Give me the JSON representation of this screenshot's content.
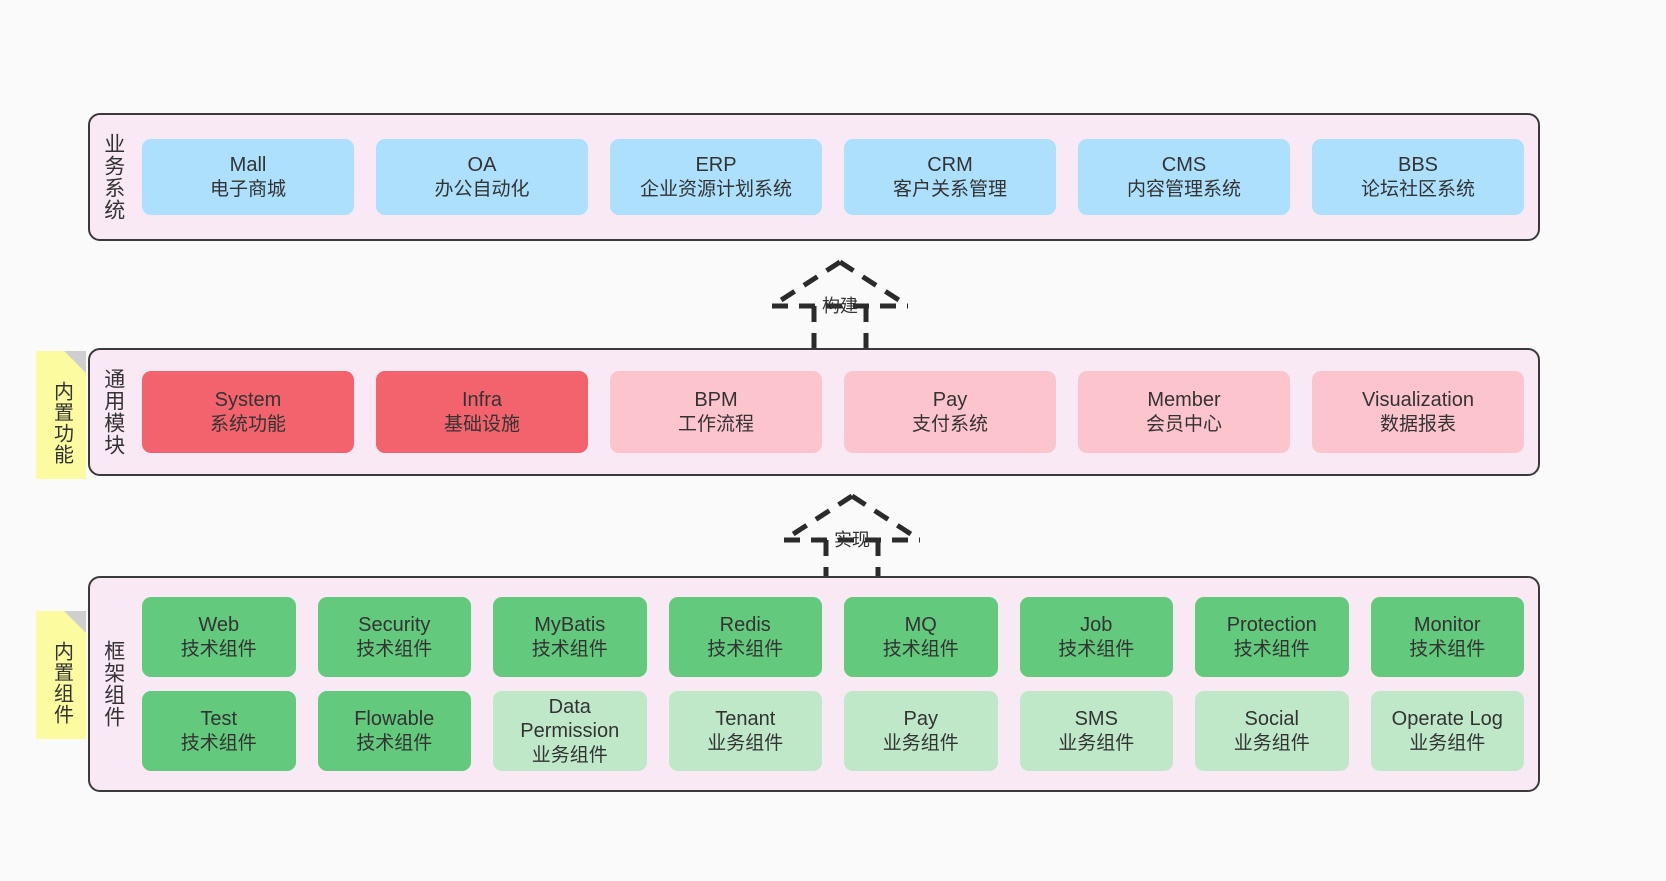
{
  "diagram": {
    "background_color": "#fafafa",
    "panel_color": "#f8e9f4",
    "panel_border_color": "#3a3a3a",
    "note_color": "#fcfba0",
    "colors": {
      "blue": "#ace0fd",
      "red": "#f2636e",
      "pink": "#fcc4cd",
      "green": "#63c97c",
      "light_green": "#bfe8c8"
    }
  },
  "layers": {
    "business": {
      "title": "业务系统",
      "cards": [
        {
          "en": "Mall",
          "cn": "电子商城",
          "color": "blue"
        },
        {
          "en": "OA",
          "cn": "办公自动化",
          "color": "blue"
        },
        {
          "en": "ERP",
          "cn": "企业资源计划系统",
          "color": "blue"
        },
        {
          "en": "CRM",
          "cn": "客户关系管理",
          "color": "blue"
        },
        {
          "en": "CMS",
          "cn": "内容管理系统",
          "color": "blue"
        },
        {
          "en": "BBS",
          "cn": "论坛社区系统",
          "color": "blue"
        }
      ]
    },
    "modules": {
      "title": "通用模块",
      "note": "内置功能",
      "cards": [
        {
          "en": "System",
          "cn": "系统功能",
          "color": "red"
        },
        {
          "en": "Infra",
          "cn": "基础设施",
          "color": "red"
        },
        {
          "en": "BPM",
          "cn": "工作流程",
          "color": "pink"
        },
        {
          "en": "Pay",
          "cn": "支付系统",
          "color": "pink"
        },
        {
          "en": "Member",
          "cn": "会员中心",
          "color": "pink"
        },
        {
          "en": "Visualization",
          "cn": "数据报表",
          "color": "pink"
        }
      ]
    },
    "framework": {
      "title": "框架组件",
      "note": "内置组件",
      "row1": [
        {
          "en": "Web",
          "cn": "技术组件",
          "color": "green"
        },
        {
          "en": "Security",
          "cn": "技术组件",
          "color": "green"
        },
        {
          "en": "MyBatis",
          "cn": "技术组件",
          "color": "green"
        },
        {
          "en": "Redis",
          "cn": "技术组件",
          "color": "green"
        },
        {
          "en": "MQ",
          "cn": "技术组件",
          "color": "green"
        },
        {
          "en": "Job",
          "cn": "技术组件",
          "color": "green"
        },
        {
          "en": "Protection",
          "cn": "技术组件",
          "color": "green"
        },
        {
          "en": "Monitor",
          "cn": "技术组件",
          "color": "green"
        }
      ],
      "row2": [
        {
          "en": "Test",
          "cn": "技术组件",
          "color": "green"
        },
        {
          "en": "Flowable",
          "cn": "技术组件",
          "color": "green"
        },
        {
          "en": "Data Permission",
          "cn": "业务组件",
          "color": "light_green"
        },
        {
          "en": "Tenant",
          "cn": "业务组件",
          "color": "light_green"
        },
        {
          "en": "Pay",
          "cn": "业务组件",
          "color": "light_green"
        },
        {
          "en": "SMS",
          "cn": "业务组件",
          "color": "light_green"
        },
        {
          "en": "Social",
          "cn": "业务组件",
          "color": "light_green"
        },
        {
          "en": "Operate Log",
          "cn": "业务组件",
          "color": "light_green"
        }
      ]
    }
  },
  "arrows": {
    "build": {
      "label": "构建"
    },
    "implement": {
      "label": "实现"
    }
  }
}
